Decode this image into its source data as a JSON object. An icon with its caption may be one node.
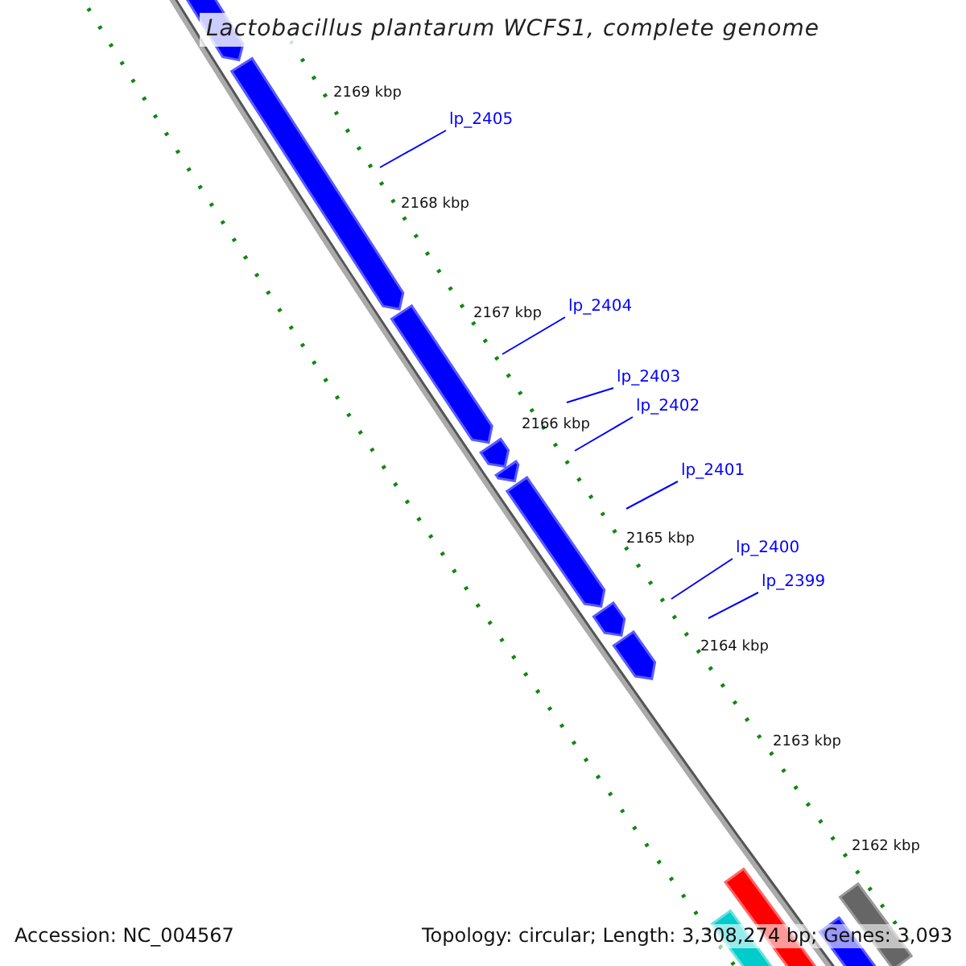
{
  "diagram": {
    "title": "Lactobacillus plantarum WCFS1, complete genome",
    "nodes": [
      {
        "text": [
          "lp_2405"
        ]
      },
      {
        "text": [
          "lp_2404"
        ]
      },
      {
        "text": [
          "lp_2403"
        ]
      },
      {
        "text": [
          "lp_2402"
        ]
      },
      {
        "text": [
          "lp_2401"
        ]
      },
      {
        "text": [
          "lp_2400"
        ]
      },
      {
        "text": [
          "lp_2399"
        ]
      }
    ],
    "edges": [
      {
        "from": 0,
        "to": null,
        "arrow": "none"
      },
      {
        "from": 1,
        "to": null,
        "arrow": "none"
      },
      {
        "from": 2,
        "to": null,
        "arrow": "none"
      },
      {
        "from": 3,
        "to": null,
        "arrow": "none"
      },
      {
        "from": 4,
        "to": null,
        "arrow": "none"
      },
      {
        "from": 5,
        "to": null,
        "arrow": "none"
      },
      {
        "from": 6,
        "to": null,
        "arrow": "none"
      }
    ],
    "labels": [
      "2169 kbp",
      "2168 kbp",
      "2167 kbp",
      "2166 kbp",
      "2165 kbp",
      "2164 kbp",
      "2163 kbp",
      "2162 kbp",
      "Accession: NC_004567",
      "Topology: circular; Length: 3,308,274 bp; Genes: 3,093"
    ]
  }
}
